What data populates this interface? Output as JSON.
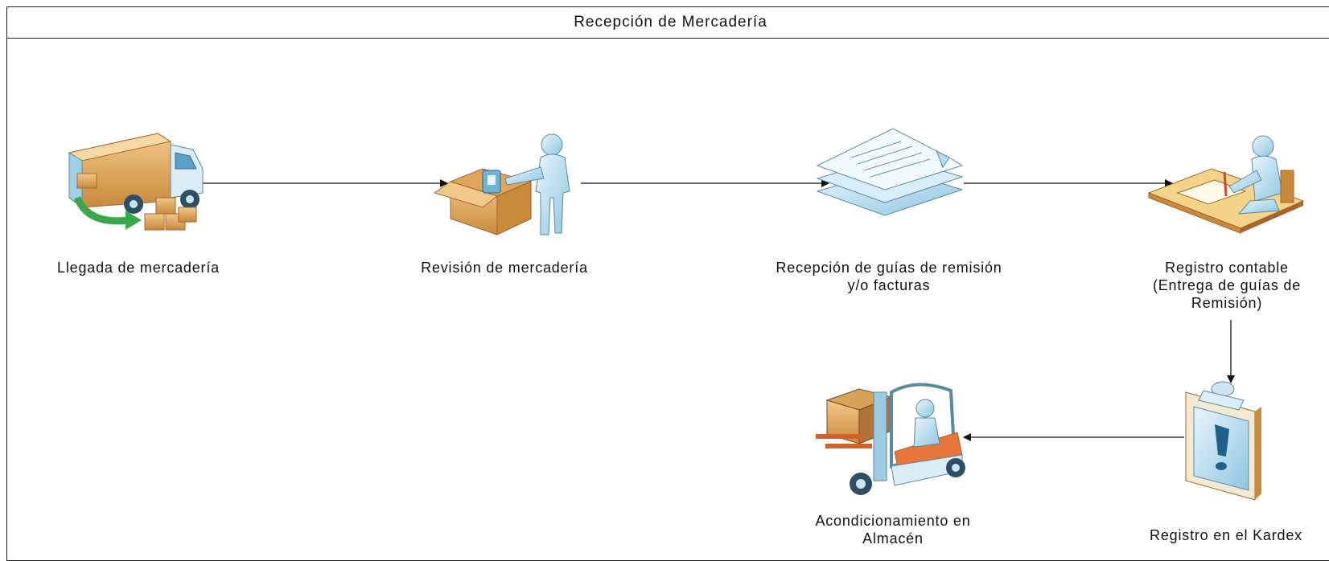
{
  "diagram": {
    "title": "Recepción de Mercadería",
    "nodes": [
      {
        "id": "llegada",
        "icon": "delivery-truck-icon",
        "label": "Llegada de mercadería"
      },
      {
        "id": "revision",
        "icon": "person-inspecting-box-icon",
        "label": "Revisión de mercadería"
      },
      {
        "id": "recepcion",
        "icon": "stacked-documents-icon",
        "label": "Recepción de guías de remisión\ny/o facturas"
      },
      {
        "id": "registro",
        "icon": "person-writing-at-desk-icon",
        "label": "Registro contable\n(Entrega de guías de\nRemisión)"
      },
      {
        "id": "kardex",
        "icon": "clipboard-alert-icon",
        "label": "Registro en el Kardex"
      },
      {
        "id": "acondicionamiento",
        "icon": "forklift-icon",
        "label": "Acondicionamiento en\nAlmacén"
      }
    ],
    "edges": [
      {
        "from": "llegada",
        "to": "revision"
      },
      {
        "from": "revision",
        "to": "recepcion"
      },
      {
        "from": "recepcion",
        "to": "registro"
      },
      {
        "from": "registro",
        "to": "kardex"
      },
      {
        "from": "kardex",
        "to": "acondicionamiento"
      }
    ]
  }
}
